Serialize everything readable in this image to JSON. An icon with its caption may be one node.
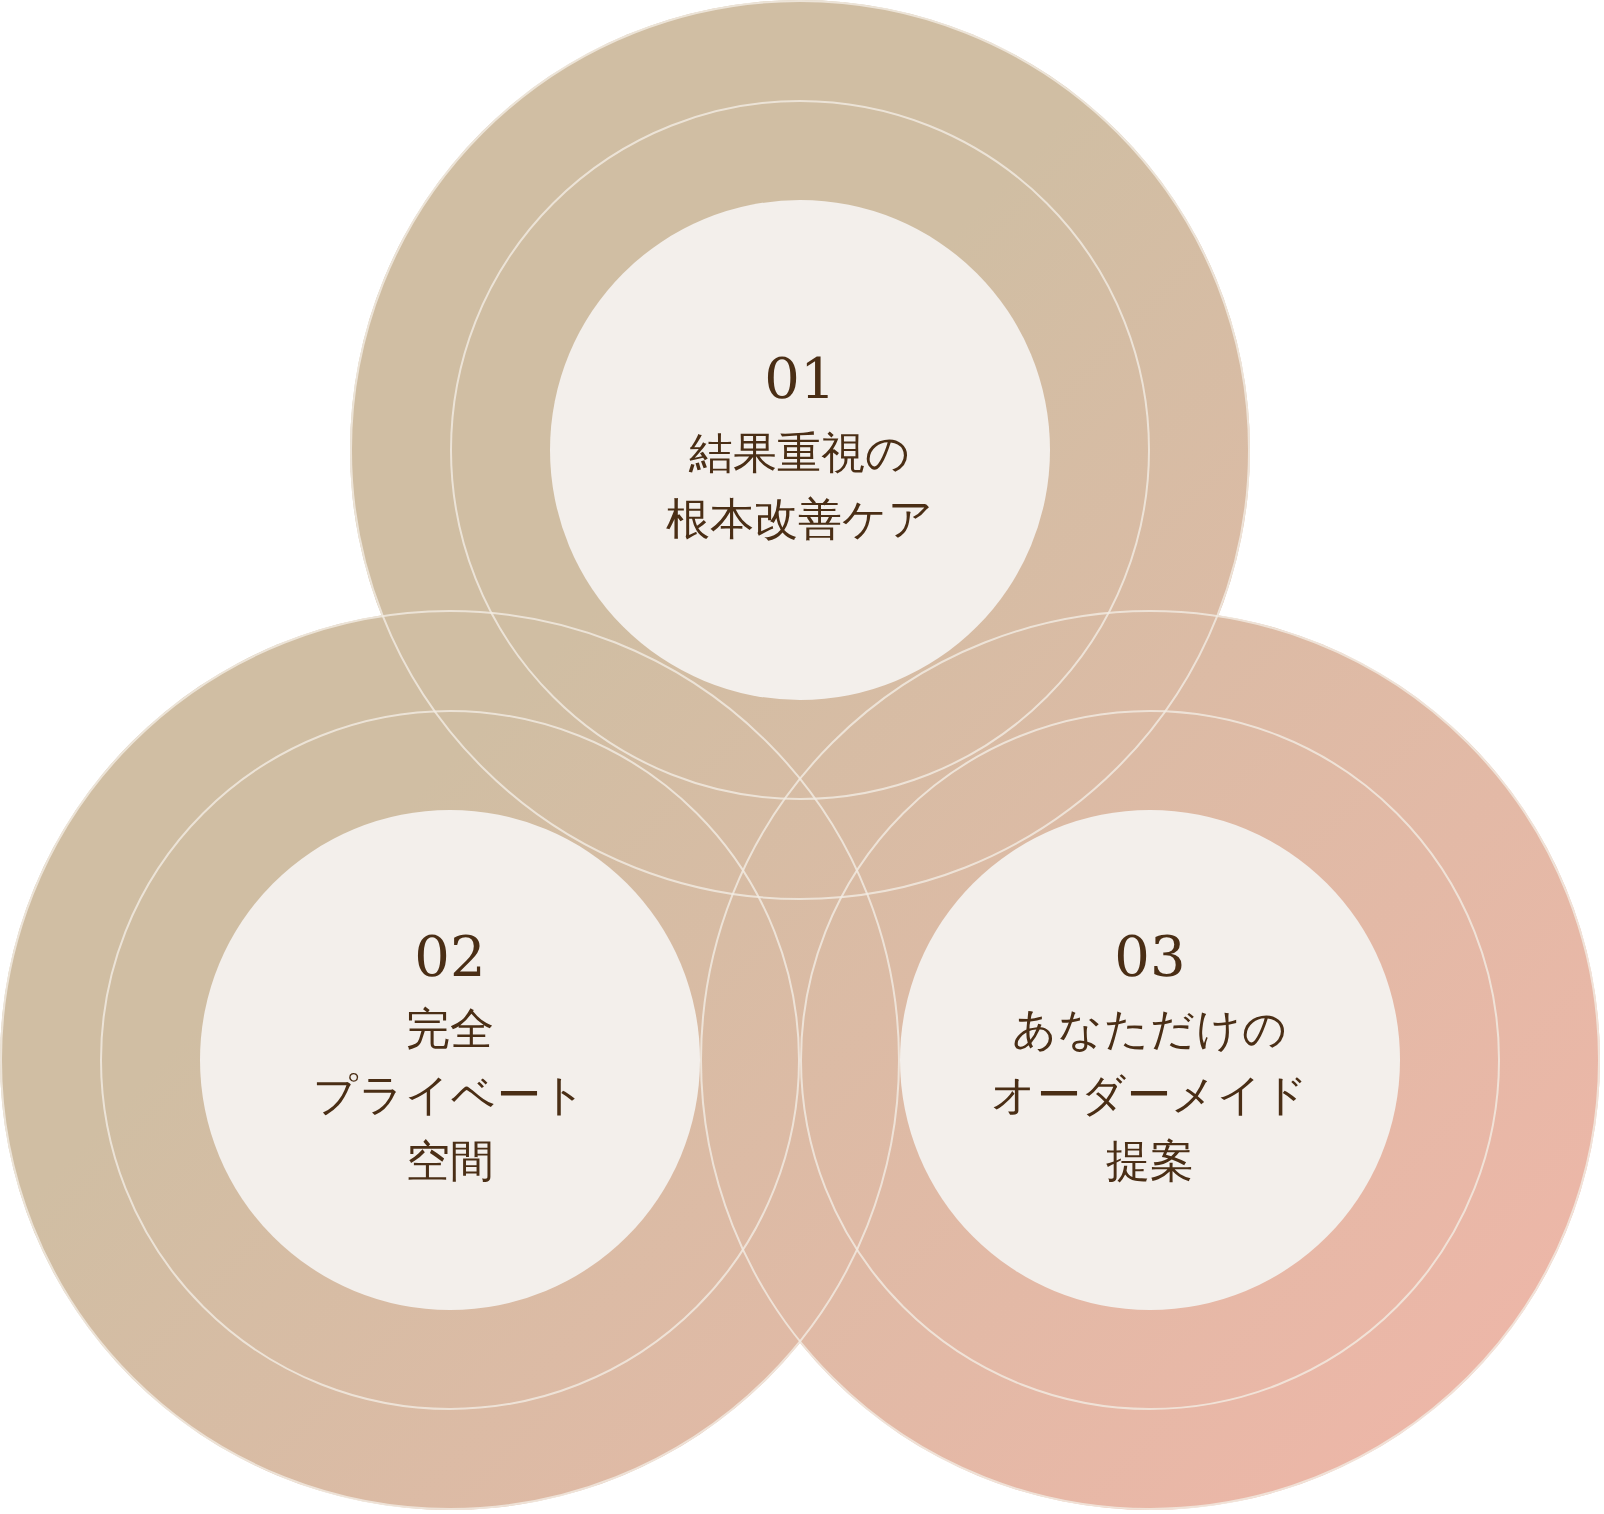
{
  "diagram": {
    "nodes": [
      {
        "text": [
          "01",
          "結果重視の根本改善ケア"
        ]
      },
      {
        "text": [
          "02",
          "完全プライベート空間"
        ]
      },
      {
        "text": [
          "03",
          "あなただけのオーダーメイド提案"
        ]
      }
    ]
  }
}
